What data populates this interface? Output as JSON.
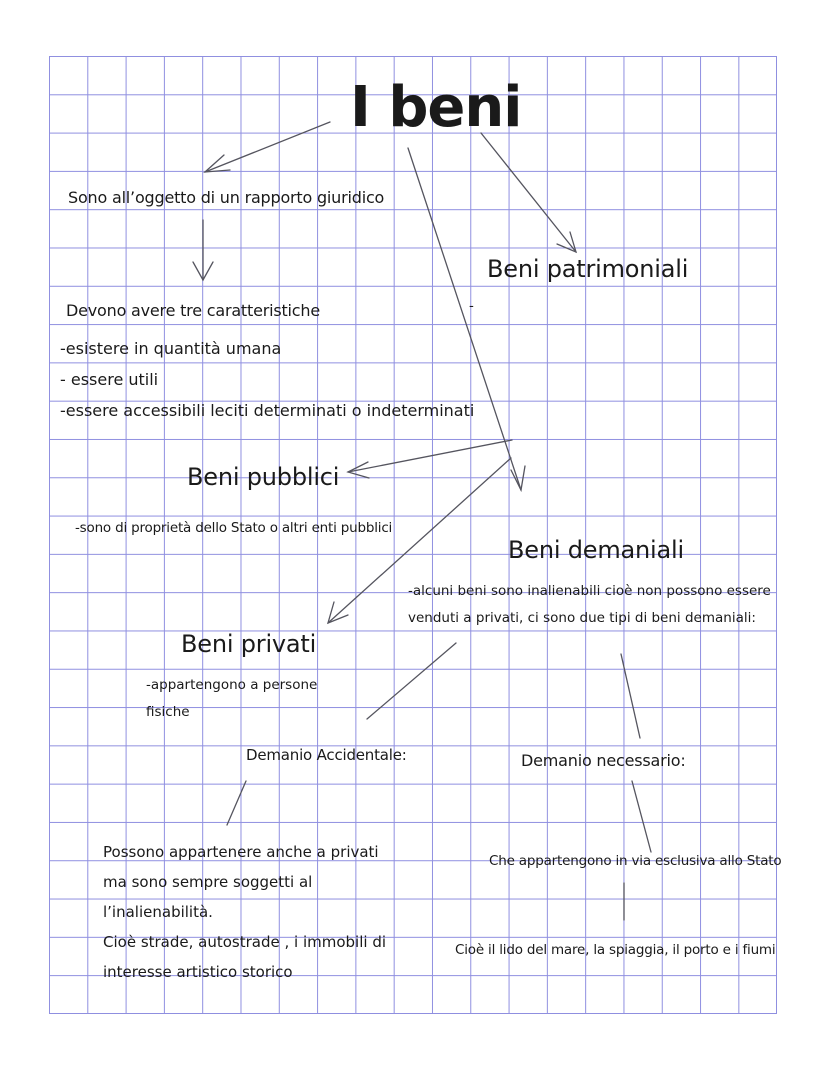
{
  "title": "I beni",
  "nodes": {
    "oggetto": "Sono all’oggetto di un rapporto giuridico",
    "caratteristiche": {
      "heading": "Devono avere tre caratteristiche",
      "items": [
        "-esistere in quantità umana",
        "- essere utili",
        "-essere accessibili leciti determinati o indeterminati"
      ]
    },
    "patrimoniali": {
      "heading": "Beni patrimoniali",
      "dash": "-"
    },
    "pubblici": {
      "heading": "Beni pubblici",
      "text": "-sono di proprietà dello Stato o altri enti pubblici"
    },
    "demaniali": {
      "heading": "Beni demaniali",
      "lines": [
        "-alcuni beni sono inalienabili cioè non possono essere",
        "venduti a privati, ci sono due tipi di beni demaniali:"
      ]
    },
    "privati": {
      "heading": "Beni privati",
      "lines": [
        "-appartengono a persone",
        "fisiche"
      ]
    },
    "accidentale": {
      "heading": "Demanio Accidentale:",
      "lines": [
        "Possono appartenere anche a privati",
        "ma sono sempre soggetti al",
        "l’inalienabilità.",
        "Cioè strade, autostrade , i immobili di",
        "interesse artistico storico"
      ]
    },
    "necessario": {
      "heading": "Demanio necessario:",
      "text": "Che appartengono in via esclusiva allo Stato",
      "example": "Cioè il lido del mare, la spiaggia, il porto e i fiumi"
    }
  },
  "colors": {
    "grid": "#8f8fe0",
    "ink": "#1a1a1a",
    "arrow": "#55555f"
  }
}
